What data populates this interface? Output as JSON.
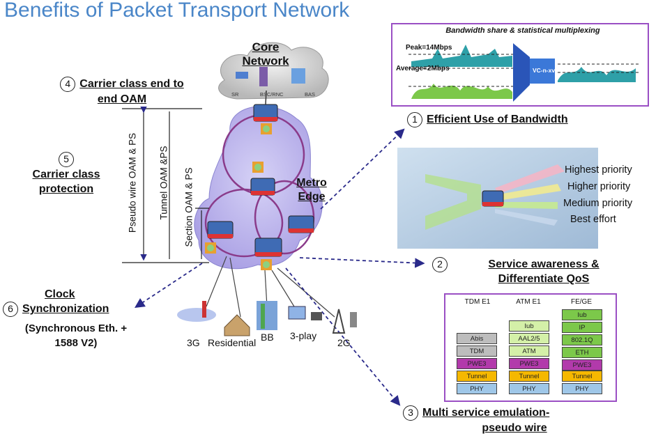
{
  "title": "Benefits of Packet Transport Network",
  "core": {
    "line1": "Core",
    "line2": "Network",
    "devices": [
      "SR",
      "BSC/RNC",
      "BAS"
    ]
  },
  "metro": {
    "line1": "Metro",
    "line2": "Edge"
  },
  "benefits": [
    {
      "num": "4",
      "line1": "Carrier class end to",
      "line2": "end OAM"
    },
    {
      "num": "5",
      "line1": "Carrier class",
      "line2": "protection"
    },
    {
      "num": "6",
      "line1": "Clock",
      "line2": "Synchronization",
      "sub1": "(Synchronous Eth. +",
      "sub2": "1588 V2)"
    },
    {
      "num": "1",
      "line1": "Efficient Use of Bandwidth"
    },
    {
      "num": "2",
      "line1": "Service awareness &",
      "line2": "Differentiate QoS"
    },
    {
      "num": "3",
      "line1": "Multi service emulation-",
      "line2": "pseudo wire"
    }
  ],
  "oam": {
    "pw": "Pseudo wire OAM & PS",
    "tunnel": "Tunnel OAM &PS",
    "section": "Section OAM & PS"
  },
  "bandwidth": {
    "title": "Bandwidth share & statistical multiplexing",
    "peak": "Peak=14Mbps",
    "avg": "Average=2Mbps",
    "vc": "VC-n-xv"
  },
  "priorities": [
    "Highest priority",
    "Higher priority",
    "Medium priority",
    "Best effort"
  ],
  "access": [
    "3G",
    "Residential",
    "BB",
    "3-play",
    "2G"
  ],
  "stacks": [
    {
      "header": "TDM E1",
      "layers": [
        "Abis",
        "TDM",
        "PWE3",
        "Tunnel",
        "PHY"
      ]
    },
    {
      "header": "ATM E1",
      "layers": [
        "Iub",
        "AAL2/5",
        "ATM",
        "PWE3",
        "Tunnel",
        "PHY"
      ]
    },
    {
      "header": "FE/GE",
      "layers": [
        "Iub",
        "IP",
        "802.1Q",
        "ETH",
        "PWE3",
        "Tunnel",
        "PHY"
      ]
    }
  ],
  "colors": {
    "title": "#4a86c8",
    "cloud": "#b9b3ea",
    "frame": "#9a4fc4",
    "tunnel": "#f5b800",
    "pwe3": "#b23aab",
    "phy": "#9fc7e8",
    "green": "#7cc84a"
  }
}
